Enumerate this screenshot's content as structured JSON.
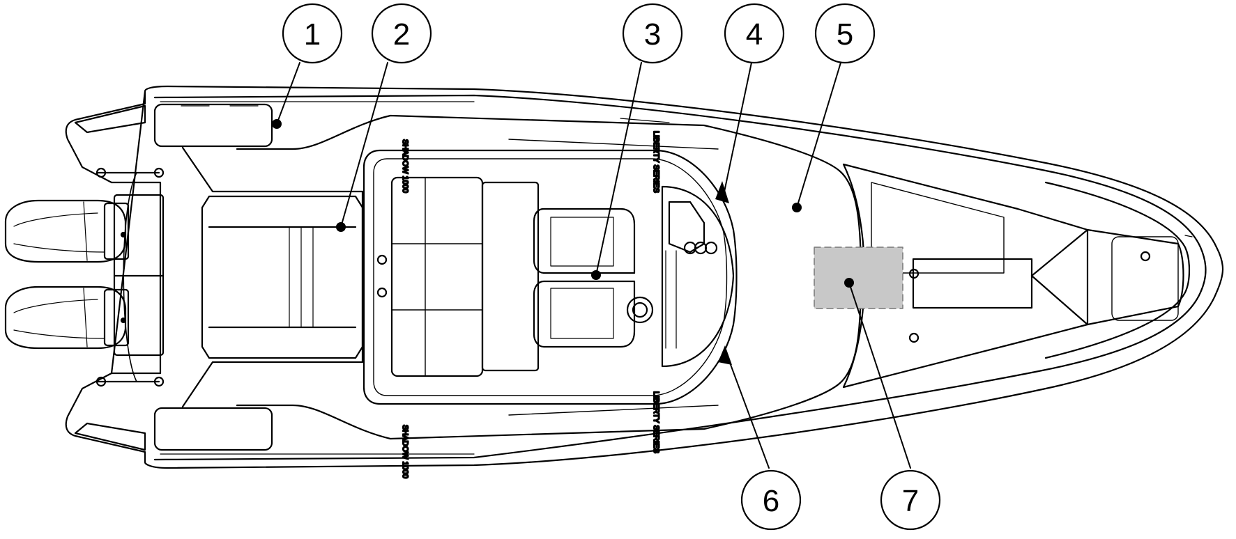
{
  "diagram": {
    "callouts": [
      {
        "id": "1",
        "label": "1"
      },
      {
        "id": "2",
        "label": "2"
      },
      {
        "id": "3",
        "label": "3"
      },
      {
        "id": "4",
        "label": "4"
      },
      {
        "id": "5",
        "label": "5"
      },
      {
        "id": "6",
        "label": "6"
      },
      {
        "id": "7",
        "label": "7"
      }
    ],
    "hull_lettering": {
      "model_badge": "SHADOW 1000",
      "brand_text": "LIBERTY SERIES"
    },
    "colors": {
      "line": "#000000",
      "highlight_area": "#c8c8c8",
      "background": "#ffffff"
    }
  }
}
